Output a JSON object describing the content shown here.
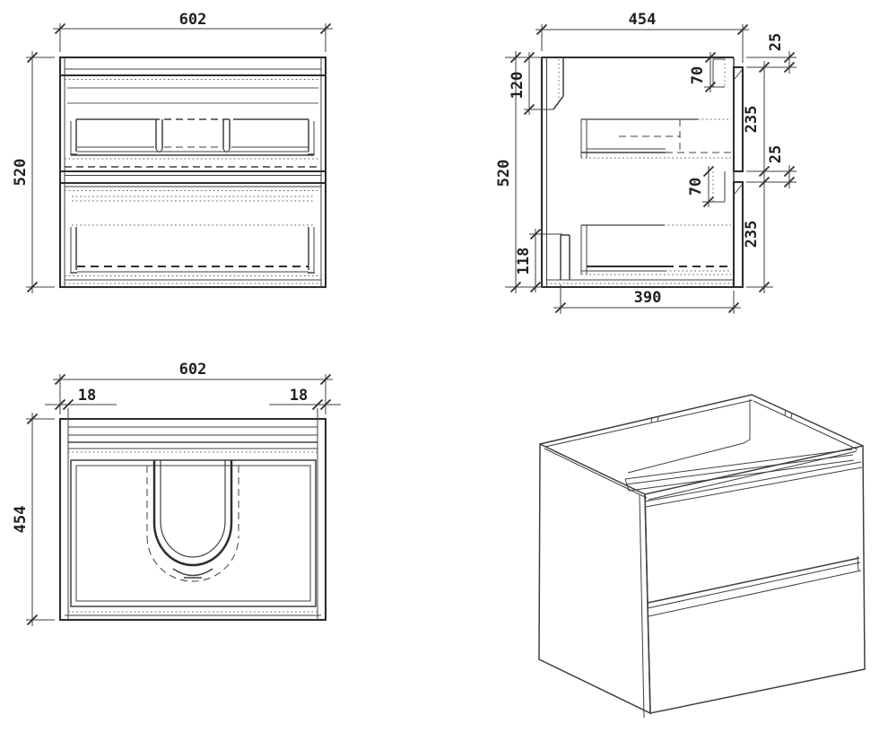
{
  "drawing_type": "cabinet technical drawing, two-drawer wall-hung vanity",
  "colors": {
    "line": "#3f3f3f",
    "text": "#1f1f1f",
    "background": "#ffffff"
  },
  "views": {
    "front": {
      "width": "602",
      "height": "520"
    },
    "side": {
      "depth": "454",
      "height": "520",
      "top_rail": "120",
      "top_gap": "25",
      "upper_drawer_box_front": "70",
      "upper_drawer_front": "235",
      "mid_gap": "25",
      "lower_drawer_box_front": "70",
      "lower_drawer_front": "235",
      "bottom_rail": "118",
      "interior_depth": "390"
    },
    "plan": {
      "width": "602",
      "depth": "454",
      "left_side_thickness": "18",
      "right_side_thickness": "18"
    }
  }
}
